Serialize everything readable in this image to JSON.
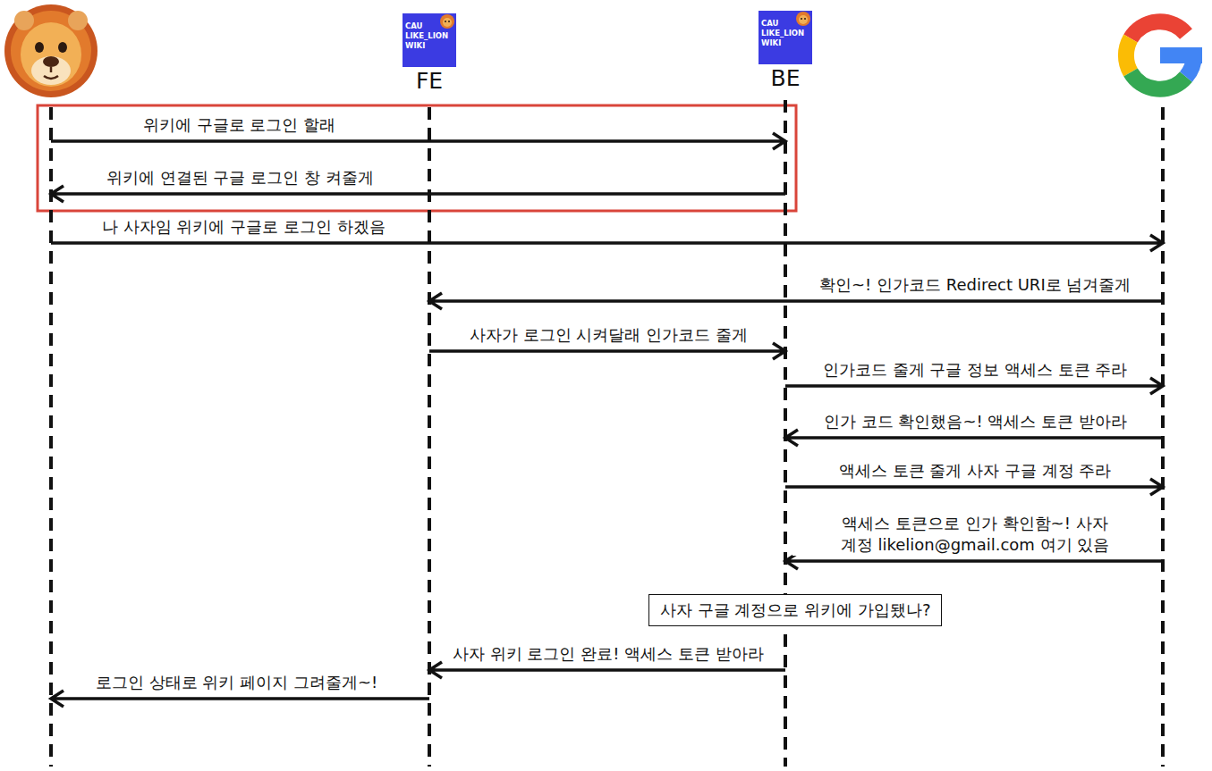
{
  "diagram": {
    "nodes": [
      {
        "text": []
      },
      {
        "text": [
          "CAU LIKE_LION WIKI",
          "FE"
        ]
      },
      {
        "text": [
          "CAU LIKE_LION WIKI",
          "BE"
        ]
      },
      {
        "text": []
      },
      {
        "text": [
          "사자 구글 계정으로 위키에 가입됐나?"
        ]
      }
    ],
    "edges": [
      {
        "from": 0,
        "to": 2,
        "arrow": "to",
        "label": "위키에 구글로 로그인 할래"
      },
      {
        "from": 2,
        "to": 0,
        "arrow": "to",
        "label": "위키에 연결된 구글 로그인 창 켜줄게"
      },
      {
        "from": 0,
        "to": 3,
        "arrow": "to",
        "label": "나 사자임 위키에 구글로 로그인 하겠음"
      },
      {
        "from": 3,
        "to": 1,
        "arrow": "to",
        "label": "확인~! 인가코드 Redirect URI로 넘겨줄게"
      },
      {
        "from": 1,
        "to": 2,
        "arrow": "to",
        "label": "사자가 로그인 시켜달래 인가코드 줄게"
      },
      {
        "from": 2,
        "to": 3,
        "arrow": "to",
        "label": "인가코드 줄게 구글 정보 액세스 토큰 주라"
      },
      {
        "from": 3,
        "to": 2,
        "arrow": "to",
        "label": "인가 코드 확인했음~! 액세스 토큰 받아라"
      },
      {
        "from": 2,
        "to": 3,
        "arrow": "to",
        "label": "액세스 토큰 줄게 사자 구글 계정 주라"
      },
      {
        "from": 3,
        "to": 2,
        "arrow": "to",
        "label": "액세스 토큰으로 인가 확인함~! 사자 계정 likelion@gmail.com 여기 있음"
      },
      {
        "from": 2,
        "to": 1,
        "arrow": "to",
        "label": "사자 위키 로그인 완료! 액세스 토큰 받아라"
      },
      {
        "from": 1,
        "to": 0,
        "arrow": "to",
        "label": "로그인 상태로 위키 페이지 그려줄게~!"
      }
    ]
  }
}
